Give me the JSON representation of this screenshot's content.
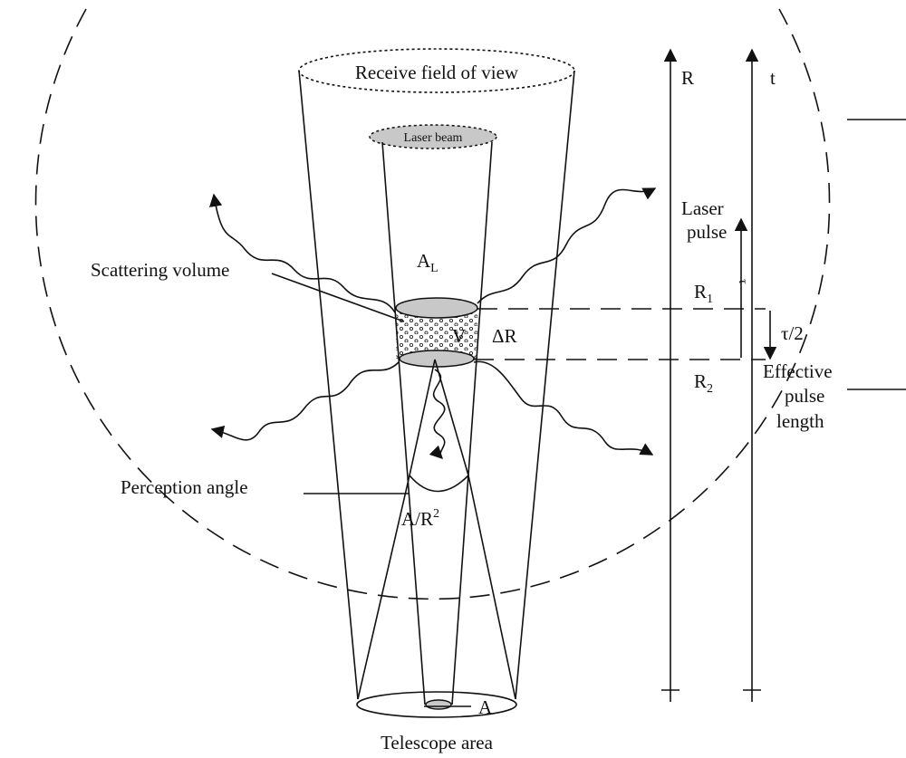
{
  "labels": {
    "receive_fov": "Receive field of view",
    "laser_beam": "Laser beam",
    "a_l_main": "A",
    "a_l_sub": "L",
    "scattering_volume": "Scattering volume",
    "v": "V",
    "delta_r": "ΔR",
    "perception_angle": "Perception angle",
    "a_over_r2": "A/R",
    "a_over_r2_sup": "2",
    "telescope_area": "Telescope area",
    "a": "A",
    "r_axis": "R",
    "t_axis": "t",
    "laser_pulse_line1": "Laser",
    "laser_pulse_line2": "pulse",
    "r1_main": "R",
    "r1_sub": "1",
    "r2_main": "R",
    "r2_sub": "2",
    "tau_half": "τ/2",
    "tau": "τ",
    "effective_line1": "Effective",
    "effective_line2": "pulse",
    "effective_line3": "length"
  },
  "colors": {
    "ink": "#111111",
    "disk_fill": "#c8c8c8",
    "background": "#ffffff"
  }
}
